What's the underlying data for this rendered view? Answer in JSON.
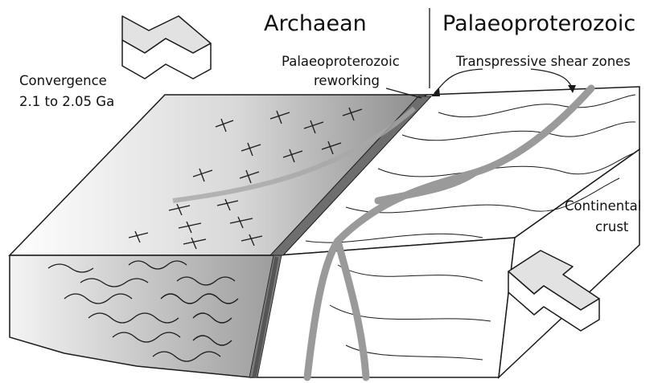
{
  "labels": {
    "archaean": "Archaean",
    "palaeoproterozoic": "Palaeoproterozoic",
    "reworking_line1": "Palaeoproterozoic",
    "reworking_line2": "reworking",
    "shear_zones": "Transpressive shear zones",
    "convergence_line1": "Convergence",
    "convergence_line2": "2.1 to 2.05 Ga",
    "continental_line1": "Continental",
    "continental_line2": "crust"
  },
  "colors": {
    "outline": "#1a1a1a",
    "shear_zone": "#9a9a9a",
    "archaean_shade": "#bdbdbd",
    "arrow_fill": "#e2e2e2"
  }
}
